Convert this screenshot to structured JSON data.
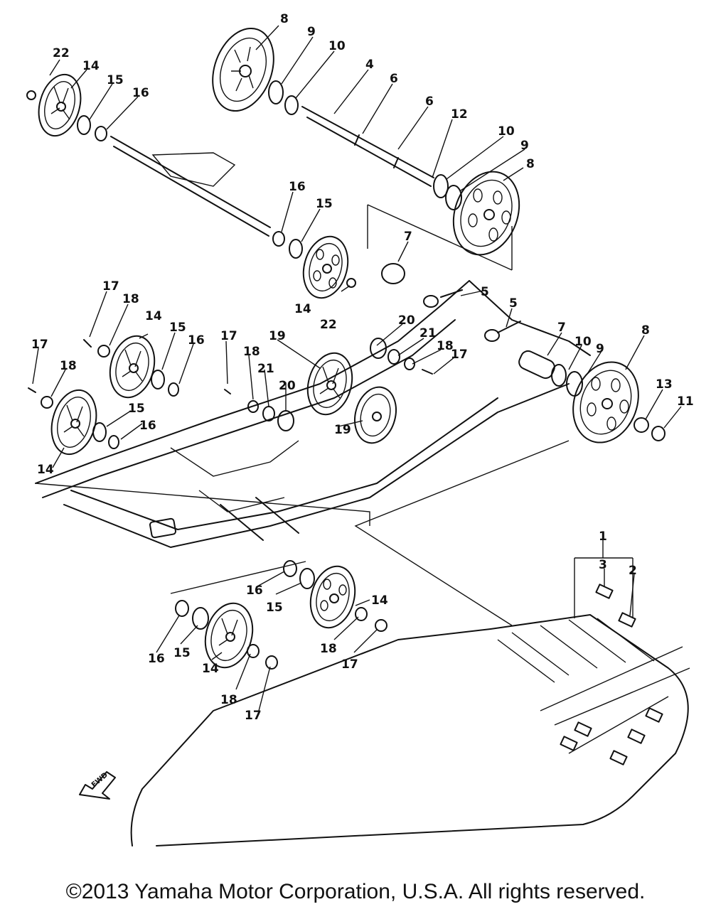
{
  "labels": [
    {
      "id": "l8a",
      "text": "8"
    },
    {
      "id": "l9a",
      "text": "9"
    },
    {
      "id": "l10a",
      "text": "10"
    },
    {
      "id": "l4",
      "text": "4"
    },
    {
      "id": "l6a",
      "text": "6"
    },
    {
      "id": "l6b",
      "text": "6"
    },
    {
      "id": "l12",
      "text": "12"
    },
    {
      "id": "l10b",
      "text": "10"
    },
    {
      "id": "l9b",
      "text": "9"
    },
    {
      "id": "l8b",
      "text": "8"
    },
    {
      "id": "l22a",
      "text": "22"
    },
    {
      "id": "l14a",
      "text": "14"
    },
    {
      "id": "l15a",
      "text": "15"
    },
    {
      "id": "l16a",
      "text": "16"
    },
    {
      "id": "l16b",
      "text": "16"
    },
    {
      "id": "l15b",
      "text": "15"
    },
    {
      "id": "l14b",
      "text": "14"
    },
    {
      "id": "l22b",
      "text": "22"
    },
    {
      "id": "l7a",
      "text": "7"
    },
    {
      "id": "l5a",
      "text": "5"
    },
    {
      "id": "l5b",
      "text": "5"
    },
    {
      "id": "l7b",
      "text": "7"
    },
    {
      "id": "l10c",
      "text": "10"
    },
    {
      "id": "l9c",
      "text": "9"
    },
    {
      "id": "l8c",
      "text": "8"
    },
    {
      "id": "l13",
      "text": "13"
    },
    {
      "id": "l11",
      "text": "11"
    },
    {
      "id": "l17a",
      "text": "17"
    },
    {
      "id": "l18a",
      "text": "18"
    },
    {
      "id": "l14c",
      "text": "14"
    },
    {
      "id": "l15c",
      "text": "15"
    },
    {
      "id": "l16c",
      "text": "16"
    },
    {
      "id": "l17b",
      "text": "17"
    },
    {
      "id": "l18b",
      "text": "18"
    },
    {
      "id": "l19a",
      "text": "19"
    },
    {
      "id": "l20a",
      "text": "20"
    },
    {
      "id": "l21a",
      "text": "21"
    },
    {
      "id": "l18c",
      "text": "18"
    },
    {
      "id": "l17c",
      "text": "17"
    },
    {
      "id": "l17d",
      "text": "17"
    },
    {
      "id": "l18d",
      "text": "18"
    },
    {
      "id": "l21b",
      "text": "21"
    },
    {
      "id": "l20b",
      "text": "20"
    },
    {
      "id": "l19b",
      "text": "19"
    },
    {
      "id": "l15d",
      "text": "15"
    },
    {
      "id": "l16d",
      "text": "16"
    },
    {
      "id": "l14d",
      "text": "14"
    },
    {
      "id": "l1",
      "text": "1"
    },
    {
      "id": "l3",
      "text": "3"
    },
    {
      "id": "l2",
      "text": "2"
    },
    {
      "id": "l16e",
      "text": "16"
    },
    {
      "id": "l15e",
      "text": "15"
    },
    {
      "id": "l14e",
      "text": "14"
    },
    {
      "id": "l18e",
      "text": "18"
    },
    {
      "id": "l17e",
      "text": "17"
    },
    {
      "id": "l16f",
      "text": "16"
    },
    {
      "id": "l15f",
      "text": "15"
    },
    {
      "id": "l14f",
      "text": "14"
    },
    {
      "id": "l18f",
      "text": "18"
    },
    {
      "id": "l17f",
      "text": "17"
    }
  ],
  "fwd_marker": "FWD",
  "copyright": "©2013 Yamaha Motor Corporation, U.S.A. All rights reserved."
}
